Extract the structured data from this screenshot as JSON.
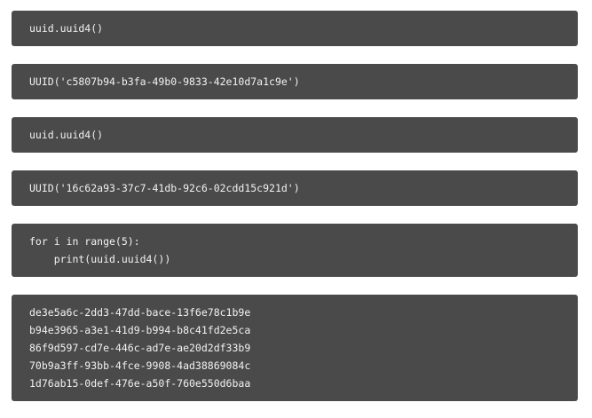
{
  "blocks": [
    {
      "lines": [
        "uuid.uuid4()"
      ]
    },
    {
      "lines": [
        "UUID('c5807b94-b3fa-49b0-9833-42e10d7a1c9e')"
      ]
    },
    {
      "lines": [
        "uuid.uuid4()"
      ]
    },
    {
      "lines": [
        "UUID('16c62a93-37c7-41db-92c6-02cdd15c921d')"
      ]
    },
    {
      "lines": [
        "for i in range(5):",
        "    print(uuid.uuid4())"
      ]
    },
    {
      "lines": [
        "de3e5a6c-2dd3-47dd-bace-13f6e78c1b9e",
        "b94e3965-a3e1-41d9-b994-b8c41fd2e5ca",
        "86f9d597-cd7e-446c-ad7e-ae20d2df33b9",
        "70b9a3ff-93bb-4fce-9908-4ad38869084c",
        "1d76ab15-0def-476e-a50f-760e550d6baa"
      ]
    }
  ],
  "colors": {
    "block_background": "#4a4a4a",
    "code_text": "#f2f2f2"
  }
}
